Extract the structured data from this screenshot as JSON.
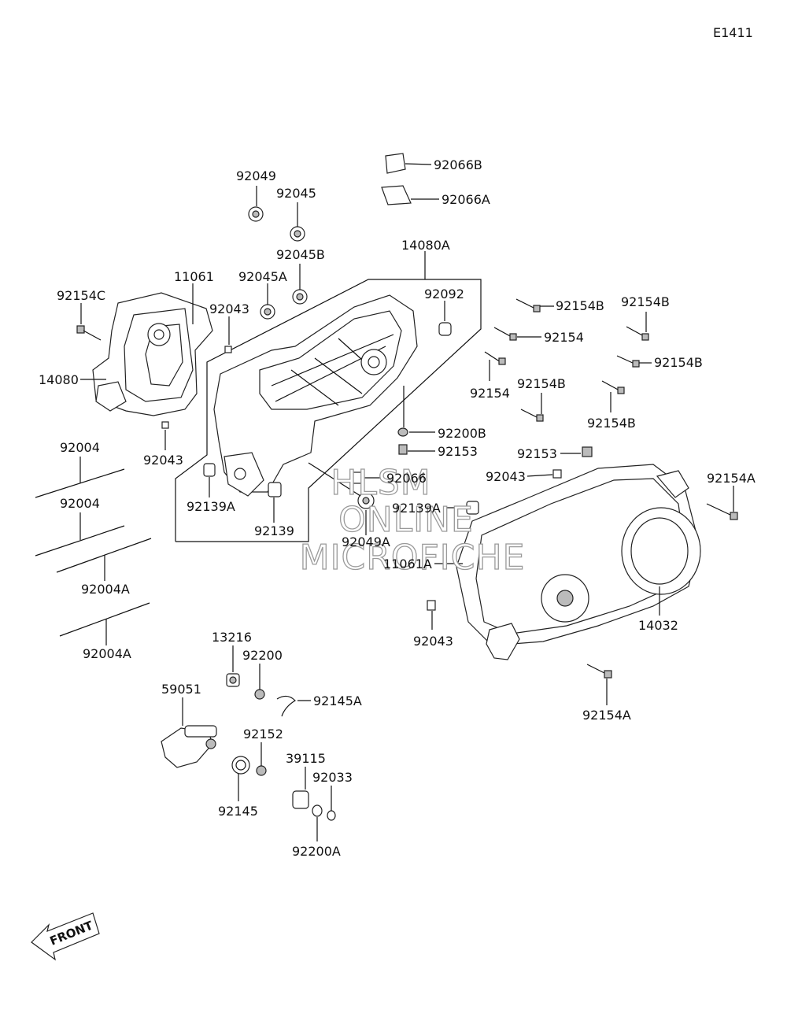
{
  "diagram_id": "E1411",
  "watermark": {
    "line1": "HLSM",
    "line2": "ONLINE",
    "line3": "MICROFICHE"
  },
  "front_label": "FRONT",
  "callouts": {
    "p92066B": "92066B",
    "p92066A": "92066A",
    "p92049": "92049",
    "p92045": "92045",
    "p92045B": "92045B",
    "p14080A": "14080A",
    "p92045A": "92045A",
    "p11061": "11061",
    "p92154C": "92154C",
    "p92043_a": "92043",
    "p92092": "92092",
    "p92154B_1": "92154B",
    "p92154B_2": "92154B",
    "p92154_1": "92154",
    "p92154B_3": "92154B",
    "p14080": "14080",
    "p92154_2": "92154",
    "p92154B_4": "92154B",
    "p92154B_5": "92154B",
    "p92200B": "92200B",
    "p92004_1": "92004",
    "p92043_b": "92043",
    "p92153_1": "92153",
    "p92153_2": "92153",
    "p92043_c": "92043",
    "p92066": "92066",
    "p92154A_1": "92154A",
    "p92004_2": "92004",
    "p92139A_1": "92139A",
    "p92139A_2": "92139A",
    "p92139": "92139",
    "p92049A": "92049A",
    "p11061A": "11061A",
    "p92004A_1": "92004A",
    "p14032": "14032",
    "p92043_d": "92043",
    "p92004A_2": "92004A",
    "p13216": "13216",
    "p92200": "92200",
    "p59051": "59051",
    "p92145A": "92145A",
    "p92154A_2": "92154A",
    "p92152": "92152",
    "p39115": "39115",
    "p92033": "92033",
    "p92145": "92145",
    "p92200A": "92200A"
  }
}
